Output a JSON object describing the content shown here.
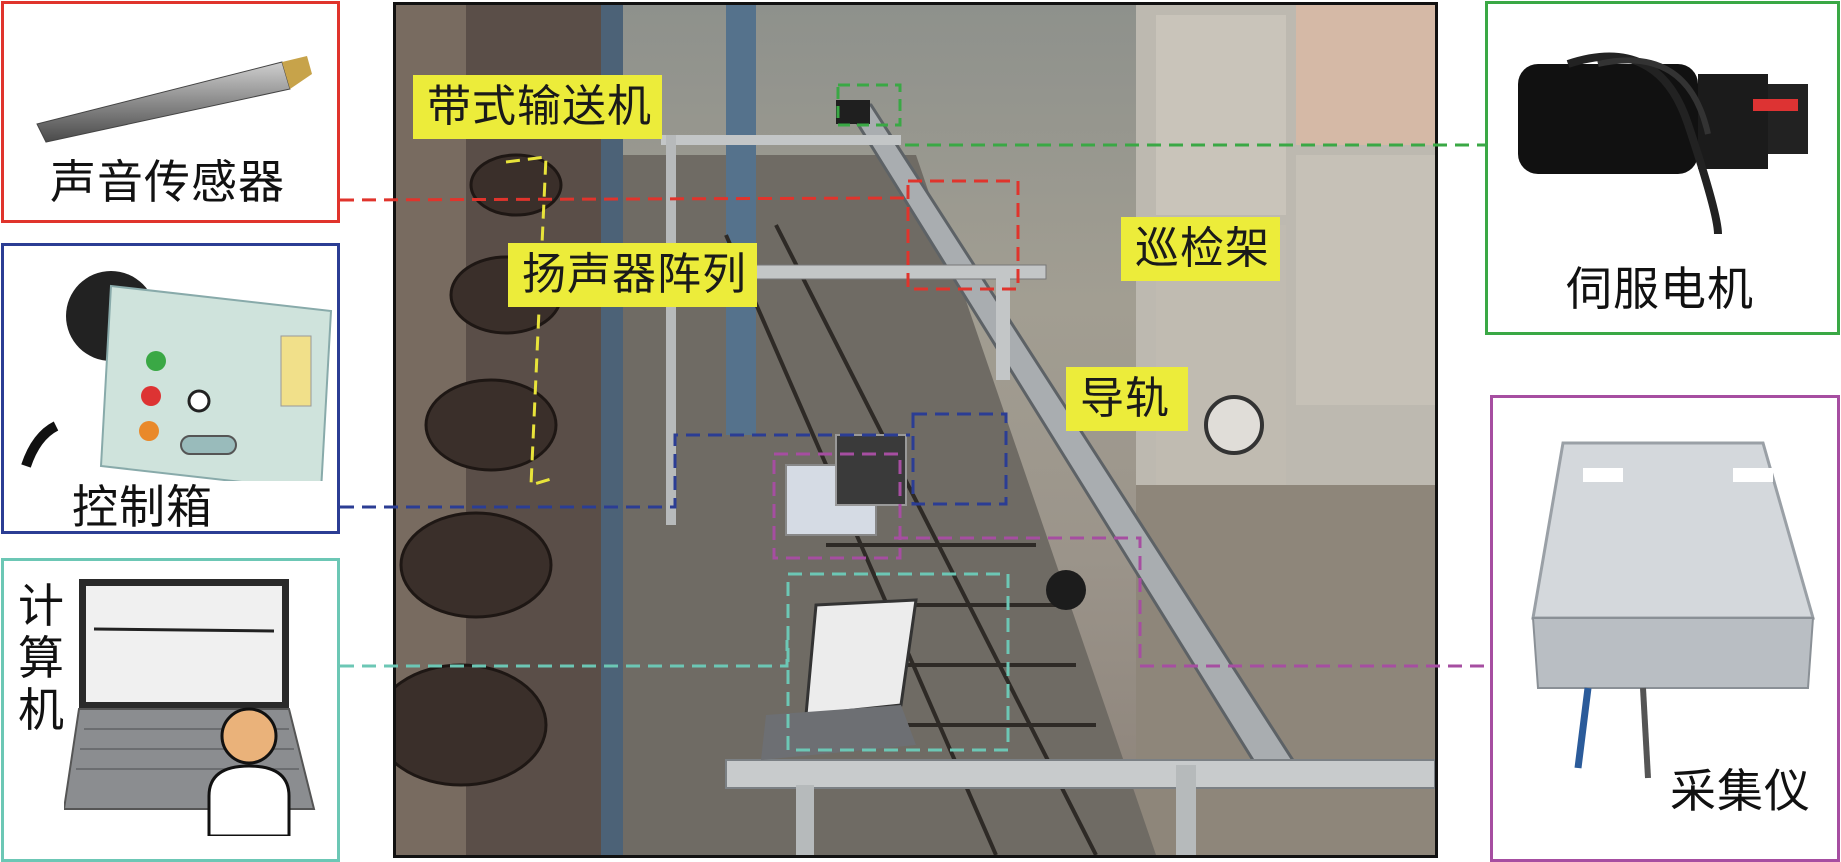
{
  "labels": {
    "sound_sensor": "声音传感器",
    "control_box": "控制箱",
    "computer": [
      "计",
      "算",
      "机"
    ],
    "servo_motor": "伺服电机",
    "collector": "采集仪",
    "belt_conveyor": "带式输送机",
    "speaker_array": "扬声器阵列",
    "inspection_frame": "巡检架",
    "guide_rail": "导轨"
  },
  "colors": {
    "sound_sensor": "#e0342c",
    "control_box": "#2b3d94",
    "computer": "#6cc7b5",
    "servo_motor": "#3aa845",
    "collector": "#a64ea1",
    "speaker_array": "#e8e33a",
    "label_bg": "#ecec3a"
  }
}
